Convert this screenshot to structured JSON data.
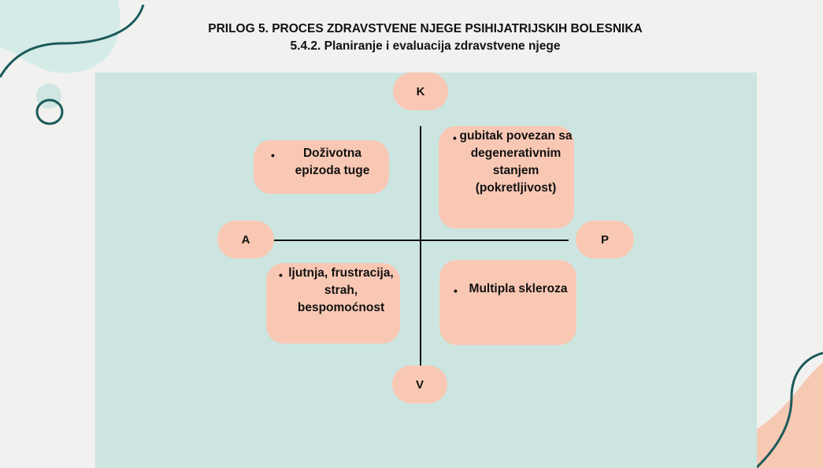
{
  "title": "PRILOG 5. PROCES ZDRAVSTVENE NJEGE PSIHIJATRIJSKIH BOLESNIKA",
  "subtitle": "5.4.2. Planiranje i evaluacija zdravstvene njege",
  "axes": {
    "top": "K",
    "bottom": "V",
    "left": "A",
    "right": "P"
  },
  "quadrants": {
    "top_left": {
      "bullet": "•",
      "text": "Doživotna epizoda tuge"
    },
    "top_right": {
      "bullet": "•",
      "text": "gubitak povezan sa degenerativnim stanjem (pokretljivost)"
    },
    "bottom_left": {
      "bullet": "•",
      "text": "ljutnja, frustracija, strah, bespomoćnost"
    },
    "bottom_right": {
      "bullet": "•",
      "text": "Multipla skleroza"
    }
  },
  "colors": {
    "background": "#f1f1f0",
    "panel": "#cce5e1",
    "pill": "#f9c8b4",
    "deco_teal": "#1c5a5a",
    "deco_mint": "#cfe6e2",
    "deco_peach": "#f6c9b3"
  }
}
